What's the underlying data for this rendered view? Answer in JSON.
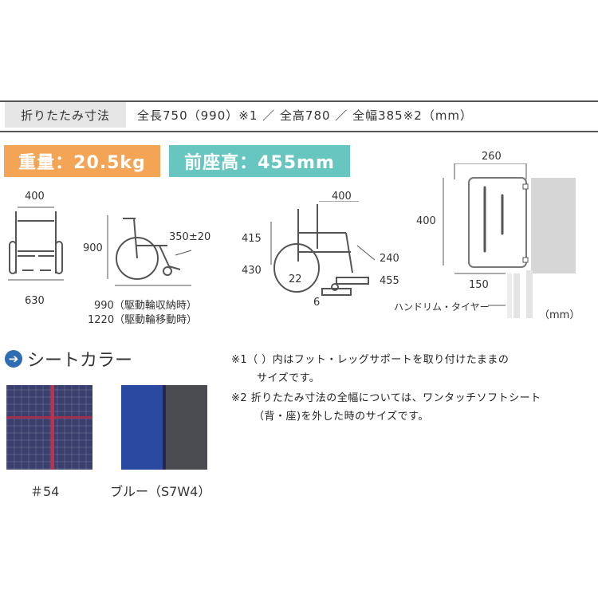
{
  "folding": {
    "label": "折りたたみ寸法",
    "value": "全長750（990）※1 ／ 全高780 ／ 全幅385※2（mm）"
  },
  "weight_badge": "重量：20.5kg",
  "seat_badge": "前座高：455mm",
  "front_view": {
    "top": "400",
    "bottom": "630"
  },
  "side_view": {
    "height": "900",
    "tilt": "350±20",
    "len1": "990（駆動輪収納時）",
    "len2": "1220（駆動輪移動時）"
  },
  "iso_view": {
    "top": "400",
    "left_upper": "415",
    "left_lower": "430",
    "right_upper": "240",
    "right_lower": "455",
    "wheel": "22",
    "caster": "6"
  },
  "back_view": {
    "top": "260",
    "left": "400",
    "bottom": "150",
    "caption": "ハンドリム・タイヤー",
    "unit": "（mm）"
  },
  "seat_color": {
    "heading": "シートカラー",
    "swatches": [
      {
        "label": "＃54",
        "color": "#3a3f6e"
      },
      {
        "label": "ブルー（S7W4）",
        "color": "#2a4aa2"
      }
    ]
  },
  "notes": [
    "※1（ ）内はフット・レッグサポートを取り付けたままの",
    "サイズです。",
    "※2 折りたたみ寸法の全幅については、ワンタッチソフトシート",
    "（背・座)を外した時のサイズです。"
  ]
}
